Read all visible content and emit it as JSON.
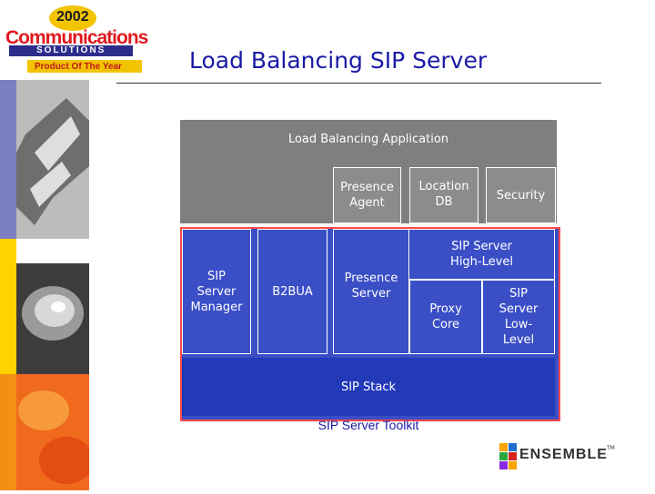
{
  "logo": {
    "year": "2002",
    "brand_top": "Communications",
    "brand_bottom": "SOLUTIONS",
    "tagline": "Product Of The Year"
  },
  "slide": {
    "title": "Load Balancing SIP Server"
  },
  "diagram": {
    "application": "Load Balancing Application",
    "presence_agent": "Presence\nAgent",
    "location_db": "Location\nDB",
    "security": "Security",
    "server_manager": "SIP\nServer\nManager",
    "b2bua": "B2BUA",
    "presence_server": "Presence\nServer",
    "high_level": "SIP Server\nHigh-Level",
    "proxy_core": "Proxy\nCore",
    "low_level": "SIP\nServer\nLow-\nLevel",
    "sip_stack": "SIP Stack",
    "toolkit": "SIP Server Toolkit"
  },
  "ensemble_logo": {
    "name": "ENSEMBLE",
    "tm": "TM"
  },
  "colors": {
    "title": "#1a1aa6",
    "app_layer": "#7f7f7f",
    "server_blue": "#3a4fc6",
    "stack_blue": "#2239b8",
    "frame_red": "#ff4a4a"
  }
}
